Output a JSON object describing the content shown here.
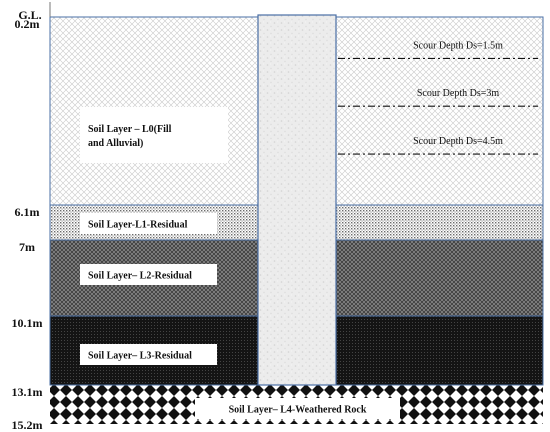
{
  "ground_level_label": "G.L.",
  "depth_labels": [
    "0.2m",
    "6.1m",
    "7m",
    "10.1m",
    "13.1m",
    "15.2m"
  ],
  "layers": [
    {
      "id": "L0",
      "label_lines": [
        "Soil Layer – L0(Fill",
        "and Alluvial)"
      ],
      "top_depth": 0.2,
      "bottom_depth": 6.1,
      "pattern": "crosshatch-light"
    },
    {
      "id": "L1",
      "label_lines": [
        "Soil Layer-L1-Residual"
      ],
      "top_depth": 6.1,
      "bottom_depth": 7,
      "pattern": "dotted"
    },
    {
      "id": "L2",
      "label_lines": [
        "Soil Layer– L2-Residual"
      ],
      "top_depth": 7,
      "bottom_depth": 10.1,
      "pattern": "crosshatch-dark"
    },
    {
      "id": "L3",
      "label_lines": [
        "Soil Layer– L3-Residual"
      ],
      "top_depth": 10.1,
      "bottom_depth": 13.1,
      "pattern": "dense-black"
    },
    {
      "id": "L4",
      "label_lines": [
        "Soil Layer– L4-Weathered Rock"
      ],
      "top_depth": 13.1,
      "bottom_depth": 15.2,
      "pattern": "diamond-checker"
    }
  ],
  "scour_depths": [
    {
      "label": "Scour Depth Ds=1.5m",
      "depth": 1.5
    },
    {
      "label": "Scour Depth Ds=3m",
      "depth": 3
    },
    {
      "label": "Scour Depth Ds=4.5m",
      "depth": 4.5
    }
  ],
  "colors": {
    "boundary_line": "#4a6fa5",
    "pile_fill": "#eaeaea",
    "dense_layer": "#111111"
  }
}
